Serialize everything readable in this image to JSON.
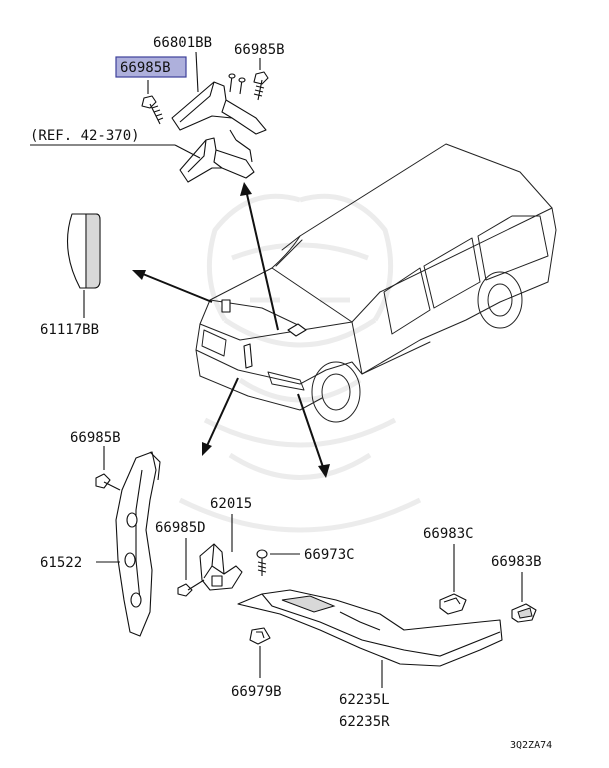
{
  "labels": {
    "p66801BB": "66801BB",
    "p66985B_top_highlight": "66985B",
    "p66985B_top_right": "66985B",
    "ref": "(REF. 42-370)",
    "p61117BB": "61117BB",
    "p66985B_left": "66985B",
    "p62015": "62015",
    "p66985D": "66985D",
    "p66973C": "66973C",
    "p61522": "61522",
    "p66983C": "66983C",
    "p66983B": "66983B",
    "p66979B": "66979B",
    "p62235L": "62235L",
    "p62235R": "62235R",
    "code": "3Q2ZA74"
  },
  "colors": {
    "highlight": "#aeb0dc",
    "highlight_border": "#3c3f9a",
    "line": "#111111",
    "watermark": "#ececec"
  }
}
